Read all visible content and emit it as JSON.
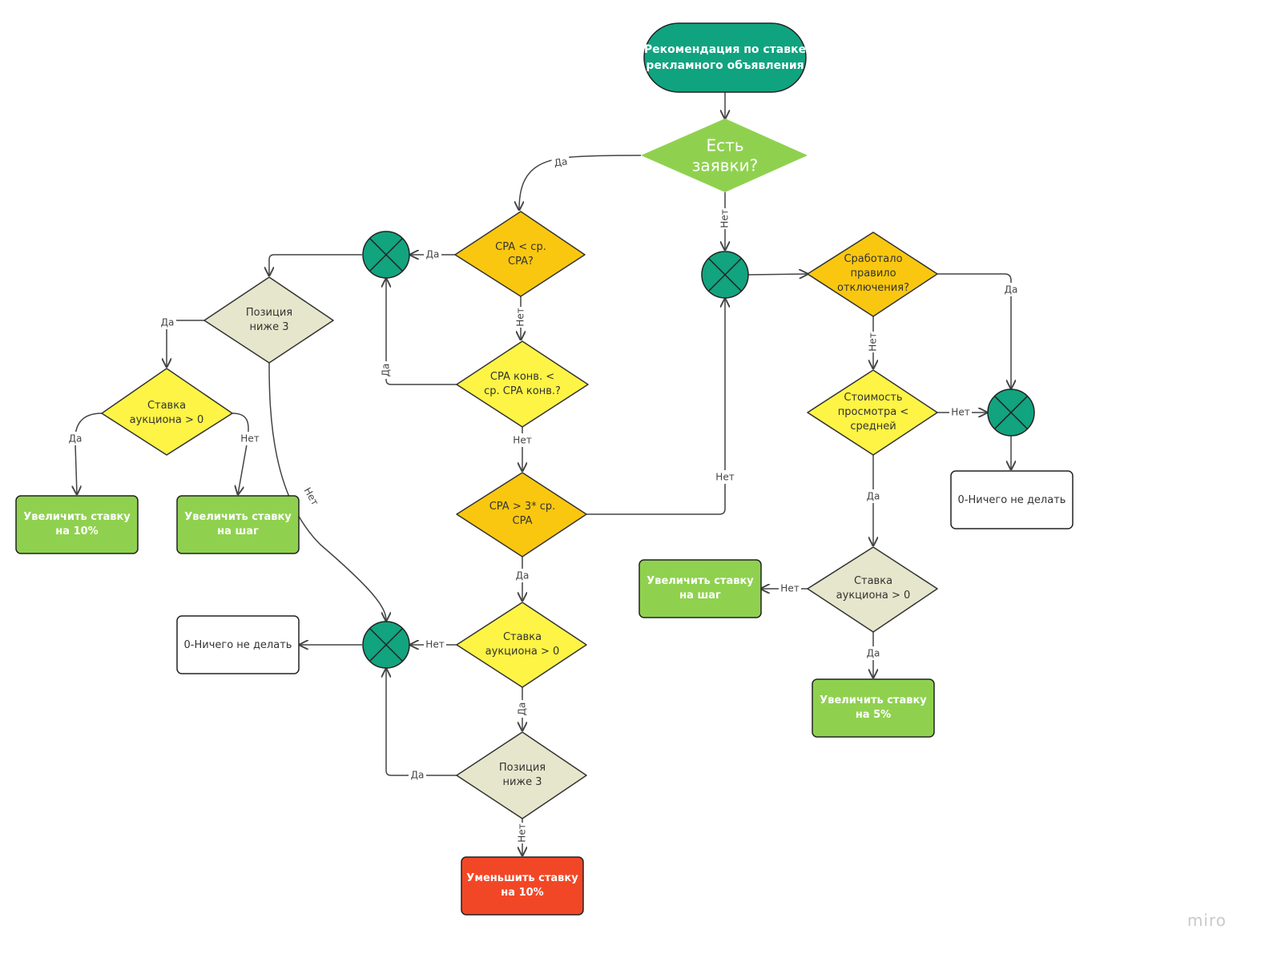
{
  "nodes": {
    "start": "Рекомендация по ставке\nрекламного объявления",
    "has_requests": "Есть\nзаявки?",
    "cpa_lt_avg": "CPA < ср.\nCPA?",
    "cpa_conv_lt": "CPA конв. <\nср. CPA конв.?",
    "cpa_gt_3x": "CPA > 3* ср.\nCPA",
    "bid_auction_center": "Ставка\nаукциона > 0",
    "position_below_center": "Позиция\nниже 3",
    "decrease_10": "Уменьшить ставку\nна 10%",
    "position_below_left": "Позиция\nниже 3",
    "bid_auction_left": "Ставка\nаукциона > 0",
    "increase_10": "Увеличить ставку\nна 10%",
    "increase_step_left": "Увеличить ставку\nна шаг",
    "nothing_left": "0-Ничего не делать",
    "rule_triggered": "Сработало\nправило\nотключения?",
    "view_cost_lt": "Стоимость\nпросмотра <\nсредней",
    "nothing_right": "0-Ничего не делать",
    "bid_auction_right": "Ставка\nаукциона > 0",
    "increase_step_right": "Увеличить ставку\nна шаг",
    "increase_5": "Увеличить ставку\nна 5%"
  },
  "labels": {
    "yes": "Да",
    "no": "Нет"
  },
  "colors": {
    "start": "#10a37f",
    "decision_main": "#8fd14f",
    "decision_orange": "#fac710",
    "decision_yellow": "#fef445",
    "decision_beige": "#e6e6cc",
    "action_green": "#8fd14f",
    "action_red": "#f24726",
    "junction": "#12a37f"
  },
  "watermark": "miro"
}
